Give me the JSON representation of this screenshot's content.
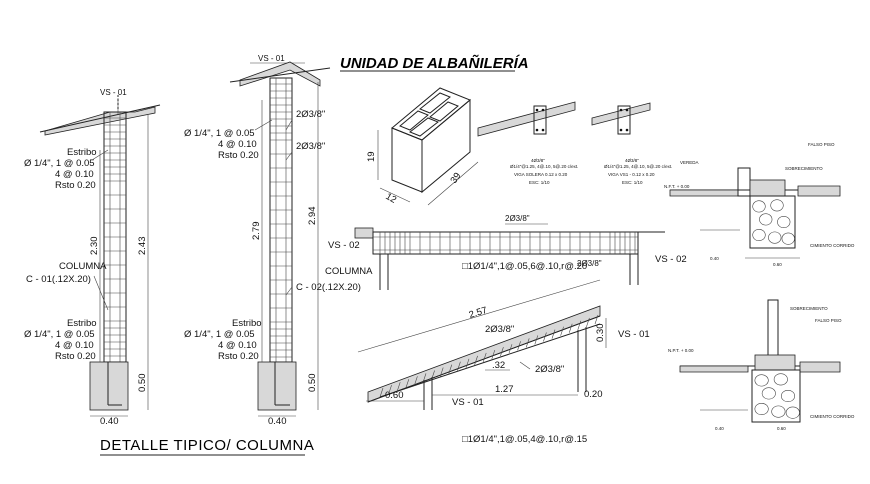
{
  "title": "UNIDAD DE ALBAÑILERÍA",
  "detail_title": "DETALLE TIPICO/ COLUMNA",
  "col1": {
    "beam_tag": "VS - 01",
    "estribo_top": [
      "Estribo",
      "Ø 1/4\", 1 @ 0.05",
      "4 @ 0.10",
      "Rsto 0.20"
    ],
    "estribo_bot": [
      "Estribo",
      "Ø 1/4\", 1 @ 0.05",
      "4 @ 0.10",
      "Rsto 0.20"
    ],
    "col_label": [
      "COLUMNA",
      "C - 01(.12X.20)"
    ],
    "dim_230": "2.30",
    "dim_243": "2.43",
    "dim_050": "0.50",
    "dim_040": "0.40"
  },
  "col2": {
    "beam_tag": "VS - 01",
    "rebar_a": "2Ø3/8\"",
    "rebar_b": "2Ø3/8\"",
    "stirrups_top": [
      "Ø 1/4\", 1 @ 0.05",
      "4 @ 0.10",
      "Rsto 0.20"
    ],
    "stirrups_bot": [
      "Estribo",
      "Ø 1/4\", 1 @ 0.05",
      "4 @ 0.10",
      "Rsto 0.20"
    ],
    "col_label": [
      "COLUMNA",
      "C - 02(.12X.20)"
    ],
    "dim_279": "2.79",
    "dim_294": "2.94",
    "dim_050": "0.50",
    "dim_040": "0.40"
  },
  "brick": {
    "dim_19": "19",
    "dim_39": "39",
    "dim_12": "12"
  },
  "beam_horizontal": {
    "left_tag": "VS - 02",
    "right_tag": "VS - 02",
    "top_rebar": "2Ø3/8\"",
    "bot_rebar": "2Ø3/8\"",
    "stirrups": "□1Ø1/4\",1@.05,6@.10,r@.20"
  },
  "beam_sloped": {
    "tag_top": "VS - 01",
    "tag_bot": "VS - 01",
    "dim_257": "2.57",
    "rebar_a": "2Ø3/8\"",
    "rebar_b": "2Ø3/8\"",
    "dim_032": ".32",
    "dim_030": "0.30",
    "dim_060": "0.60",
    "dim_127": "1.27",
    "dim_020": "0.20",
    "stirrups": "□1Ø1/4\",1@.05,4@.10,r@.15"
  },
  "small_sections": {
    "a": [
      "4Ø3/8\"",
      "Ø1/4\"@1.25, 4@.10, 5@.20 c/ext.",
      "VIGA SOLERA 0.12 x 0.20",
      "ESC: 1/10"
    ],
    "b": [
      "4Ø3/8\"",
      "Ø1/4\"@1.25, 4@.10, 5@.20 c/ext.",
      "VIGA VS1 - 0.12 x 0.20",
      "ESC: 1/10"
    ]
  },
  "foundation_notes": {
    "top": [
      "VEREDA",
      "FALSO PISO",
      "N.F.T. + 0.00",
      "SOBRECIMIENTO",
      "CIMIENTO CORRIDO",
      "0.40",
      "0.60"
    ],
    "bottom": [
      "SOBRECIMIENTO",
      "FALSO PISO",
      "N.P.T. + 0.00",
      "CIMIENTO CORRIDO",
      "0.40",
      "0.60"
    ]
  },
  "colors": {
    "line": "#222222",
    "hatch": "#d8d8d8",
    "ink": "#111111"
  }
}
